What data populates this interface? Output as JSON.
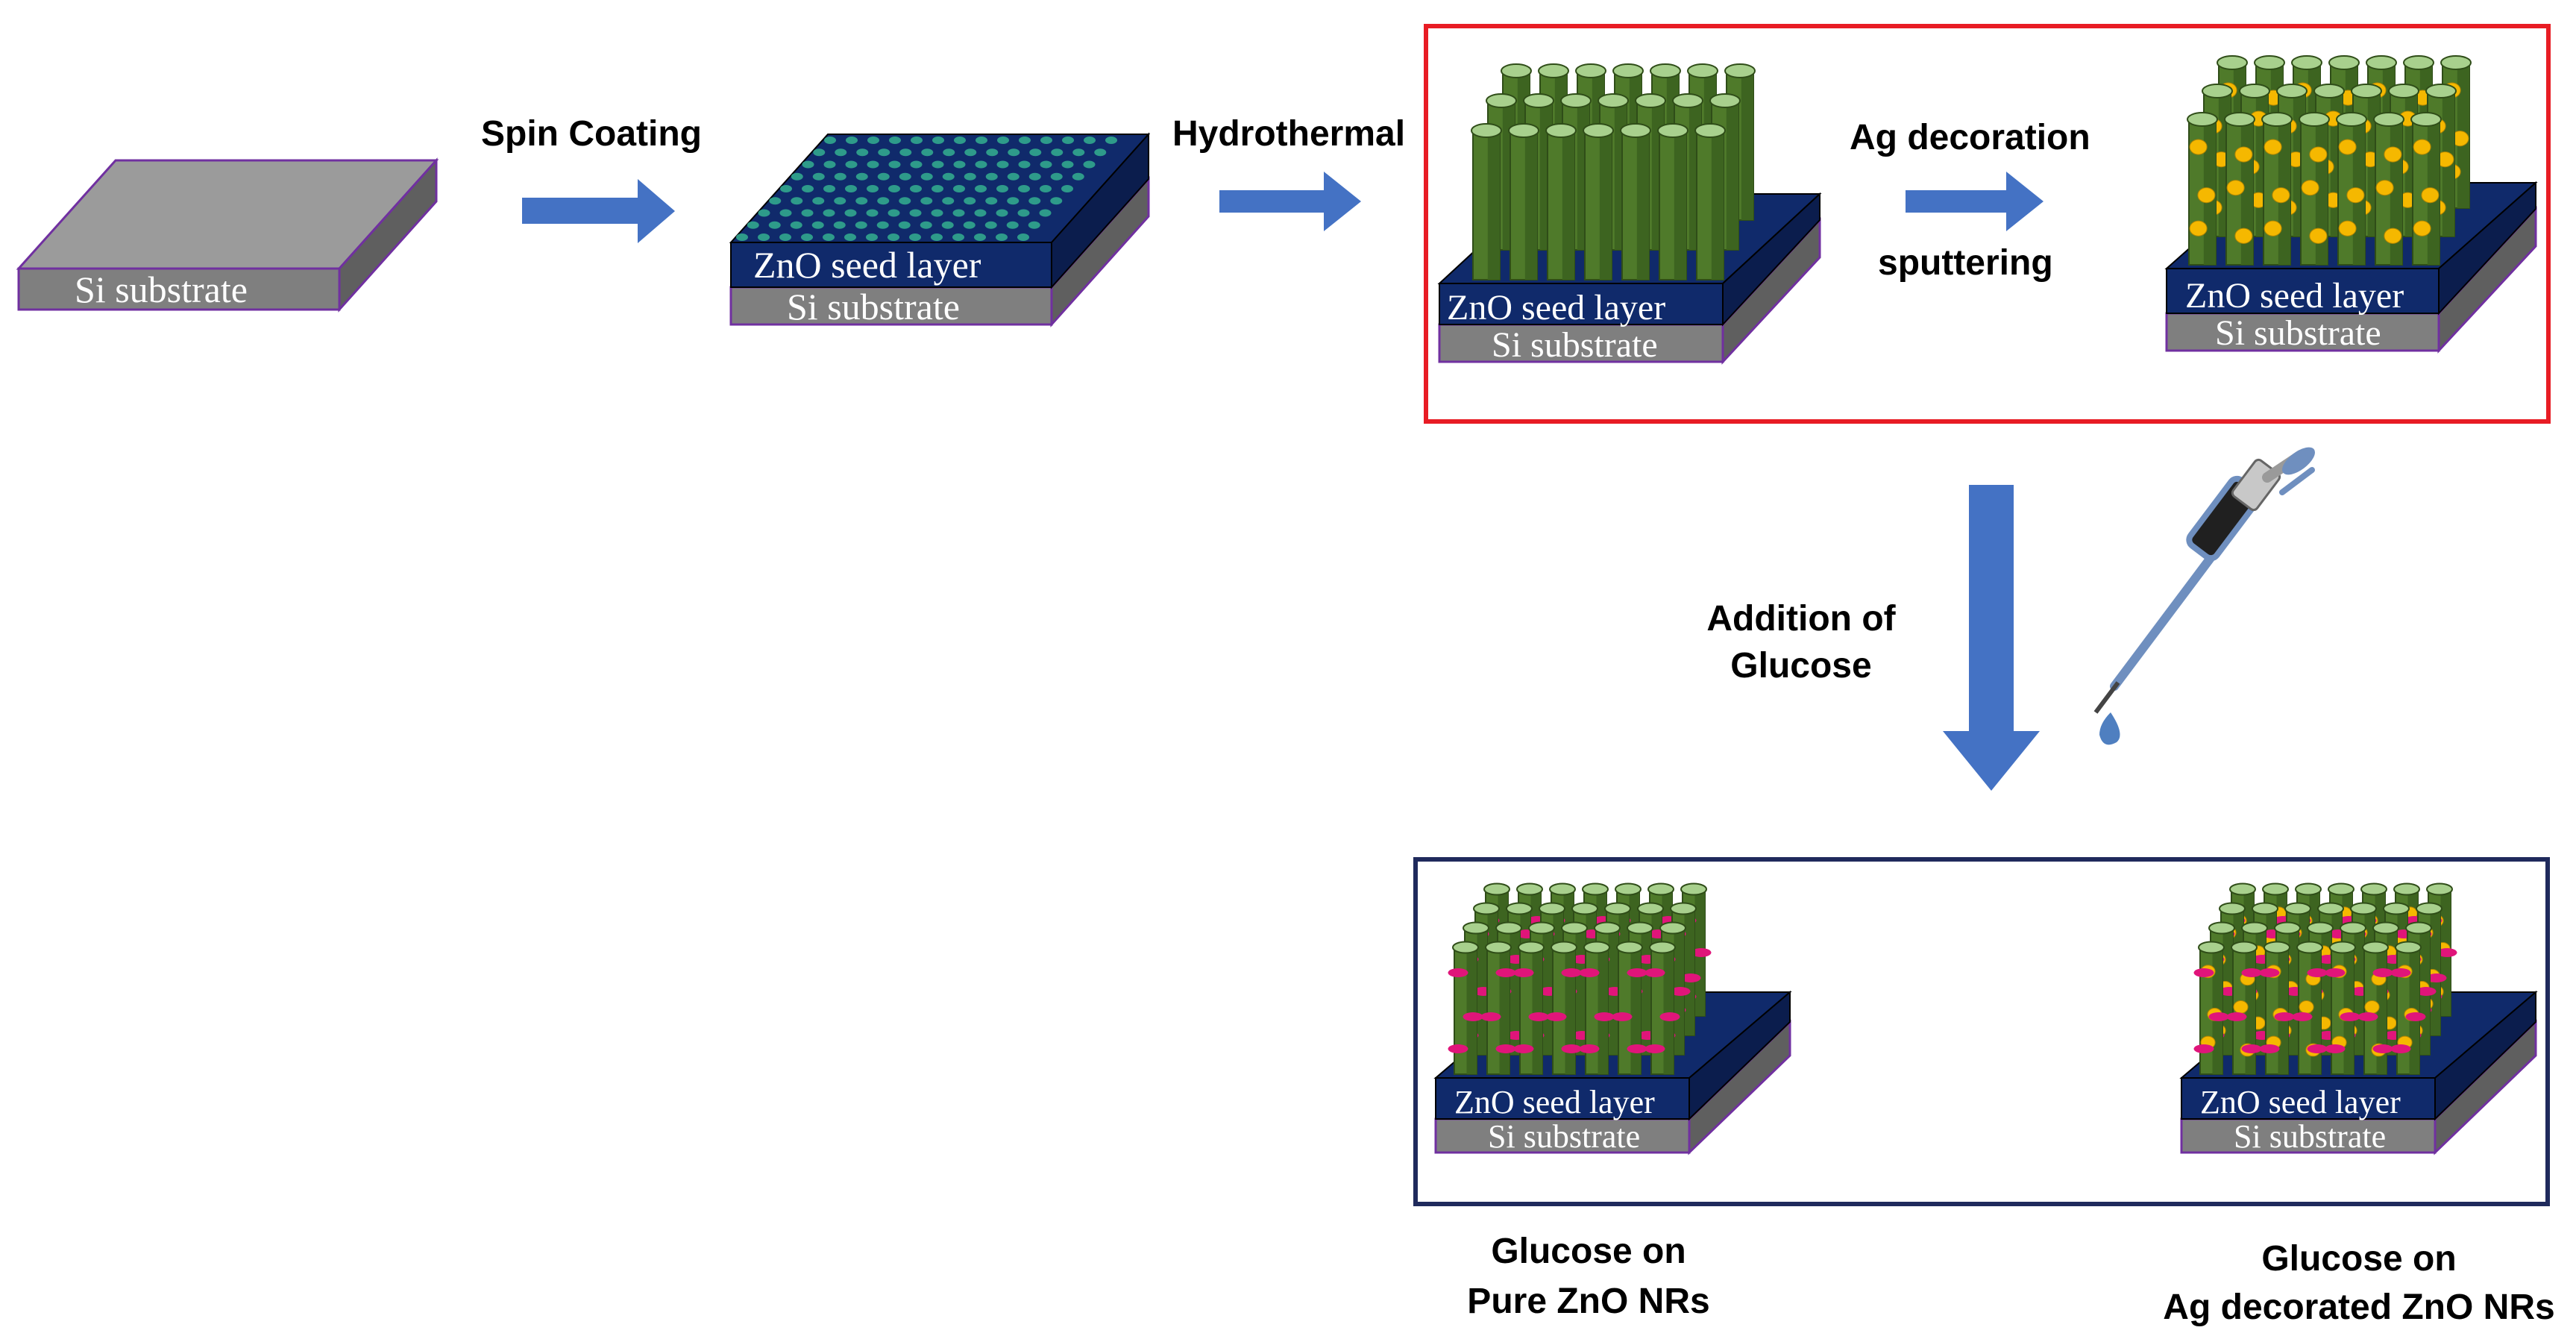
{
  "layers": {
    "si_substrate": "Si substrate",
    "zno_seed_layer": "ZnO seed layer"
  },
  "steps": {
    "spin_coating": "Spin Coating",
    "hydrothermal": "Hydrothermal",
    "ag_decoration": "Ag decoration",
    "sputtering": "sputtering",
    "addition_line1": "Addition of",
    "addition_line2": "Glucose"
  },
  "results": {
    "pure_line1": "Glucose on",
    "pure_line2": "Pure ZnO NRs",
    "ag_line1": "Glucose on",
    "ag_line2": "Ag decorated ZnO NRs"
  },
  "colors": {
    "substrate_top": "#9b9b9b",
    "substrate_front": "#7f7f7f",
    "substrate_side": "#5f5f5f",
    "seed_layer": "#102a6b",
    "seed_side": "#0b1d4d",
    "seed_dots": "#2e9b8a",
    "nanorod_front": "#4f7a2a",
    "nanorod_top": "#a8d08d",
    "ag_particle": "#f5b800",
    "glucose": "#e0157a",
    "arrow": "#4472c4",
    "highlight_box": "#e81c24",
    "result_box": "#1f2a5c",
    "pipette": "#6f8fbf",
    "droplet": "#4f7fc0"
  },
  "icons": [
    "arrow-right-icon",
    "arrow-down-icon",
    "pipette-icon",
    "droplet-icon"
  ]
}
